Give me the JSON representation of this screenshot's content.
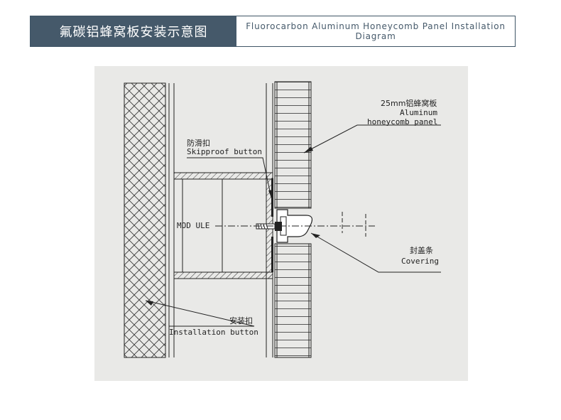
{
  "header": {
    "title_cn": "氟碳铝蜂窝板安装示意图",
    "title_en_line1": "Fluorocarbon Aluminum Honeycomb Panel Installation",
    "title_en_line2": "Diagram"
  },
  "labels": {
    "panel_cn": "25mm铝蜂窝板",
    "panel_en1": "Aluminum",
    "panel_en2": "honeycomb panel",
    "skip_cn": "防滑扣",
    "skip_en": "Skipproof button",
    "module": "MOD ULE",
    "cover_cn": "封盖条",
    "cover_en": "Covering",
    "install_cn": "安装扣",
    "install_en": "Installation button"
  },
  "colors": {
    "header_bg": "#45596a",
    "diagram_bg": "#e9e9e7",
    "line": "#222222"
  }
}
